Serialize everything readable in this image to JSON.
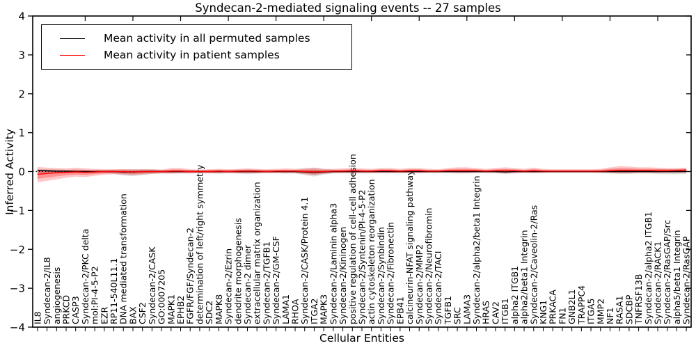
{
  "title": "Syndecan-2-mediated signaling events -- 27 samples",
  "axes": {
    "xlabel": "Cellular Entities",
    "ylabel": "Inferred Activity"
  },
  "legend": {
    "items": [
      {
        "label": "Mean activity in all permuted samples",
        "color": "#000000"
      },
      {
        "label": "Mean activity in patient samples",
        "color": "#ff0000"
      }
    ]
  },
  "chart_data": {
    "type": "line",
    "title": "Syndecan-2-mediated signaling events -- 27 samples",
    "xlabel": "Cellular Entities",
    "ylabel": "Inferred Activity",
    "ylim": [
      -4,
      4
    ],
    "yticks": [
      4,
      3,
      2,
      1,
      0,
      -1,
      -2,
      -3,
      -4
    ],
    "grid": false,
    "legend_position": "upper left",
    "zero_line": {
      "y": 0,
      "style": "dotted",
      "color": "#000000"
    },
    "categories": [
      "IL8",
      "Syndecan-2/IL8",
      "angiogenesis",
      "PRKCD",
      "CASP3",
      "Syndecan-2/PKC delta",
      "mol:PI-4-5-P2",
      "EZR",
      "RP11-540L11.1",
      "DNA mediated transformation",
      "BAX",
      "CSF2",
      "Syndecan-2/CASK",
      "GO:0007205",
      "MAPK1",
      "EPHB2",
      "FGFR/FGF/Syndecan-2",
      "determination of left/right symmetry",
      "SDC2",
      "MAPK8",
      "Syndecan-2/Ezrin",
      "dendrite morphogenesis",
      "Syndecan-2 dimer",
      "extracellular matrix organization",
      "Syndecan-2/TGFB1",
      "Syndecan-2/GM-CSF",
      "LAMA1",
      "RHOA",
      "Syndecan-2/CASK/Protein 4.1",
      "ITGA2",
      "MAPK3",
      "Syndecan-2/Laminin alpha3",
      "Syndecan-2/Kininogen",
      "positive regulation of cell-cell adhesion",
      "Syndecan-2/Syntenin/PI-4-5-P2",
      "actin cytoskeleton reorganization",
      "Syndecan-2/Synbindin",
      "Syndecan-2/Fibronectin",
      "EPB41",
      "calcineurin-NFAT signaling pathway",
      "Syndecan-2/MMP2",
      "Syndecan-2/Neurofibromin",
      "Syndecan-2/TACI",
      "TGFB1",
      "SRC",
      "LAMA3",
      "Syndecan-2/alpha2/beta1 Integrin",
      "HRAS",
      "CAV2",
      "ITGB1",
      "alpha2 ITGB1",
      "alpha2/beta1 Integrin",
      "Syndecan-2/Caveolin-2/Ras",
      "KNG1",
      "PRKACA",
      "FN1",
      "GNB2L1",
      "TRAPPC4",
      "ITGA5",
      "MMP2",
      "NF1",
      "RASA1",
      "SDCBP",
      "TNFRSF13B",
      "Syndecan-2/alpha2 ITGB1",
      "Syndecan-2/RACK1",
      "Syndecan-2/RasGAP/Src",
      "alpha5/beta1 Integrin",
      "Syndecan-2/RasGAP"
    ],
    "series": [
      {
        "name": "Mean activity in all permuted samples",
        "color": "#000000",
        "band_color": "#888888",
        "band_opacity": 0.25,
        "values": [
          0.03,
          0.02,
          0.01,
          0.01,
          0,
          0,
          0,
          0,
          0,
          -0.01,
          -0.01,
          0,
          0,
          0,
          0,
          0,
          0,
          0,
          0,
          0,
          0,
          0,
          0,
          0,
          0,
          0,
          0,
          0,
          -0.01,
          -0.02,
          -0.01,
          0,
          0,
          0,
          0,
          0,
          0,
          0,
          0,
          0,
          0,
          0,
          0,
          0,
          0,
          0,
          0,
          0,
          0,
          -0.01,
          0,
          0,
          0,
          0,
          0,
          0,
          0,
          0,
          0,
          0,
          0,
          0,
          0,
          0,
          0,
          0,
          0,
          0,
          0
        ],
        "band_lower": [
          -0.06,
          -0.05,
          -0.05,
          -0.04,
          -0.04,
          -0.04,
          -0.04,
          -0.04,
          -0.06,
          -0.1,
          -0.12,
          -0.09,
          -0.06,
          -0.05,
          -0.04,
          -0.04,
          -0.04,
          -0.04,
          -0.04,
          -0.05,
          -0.04,
          -0.05,
          -0.06,
          -0.05,
          -0.04,
          -0.04,
          -0.04,
          -0.05,
          -0.09,
          -0.13,
          -0.08,
          -0.05,
          -0.04,
          -0.04,
          -0.04,
          -0.04,
          -0.04,
          -0.04,
          -0.04,
          -0.04,
          -0.04,
          -0.04,
          -0.04,
          -0.04,
          -0.05,
          -0.05,
          -0.04,
          -0.04,
          -0.04,
          -0.06,
          -0.05,
          -0.04,
          -0.04,
          -0.04,
          -0.03,
          -0.03,
          -0.03,
          -0.03,
          -0.03,
          -0.04,
          -0.05,
          -0.06,
          -0.06,
          -0.05,
          -0.05,
          -0.06,
          -0.07,
          -0.07,
          -0.06
        ],
        "band_upper": [
          0.07,
          0.06,
          0.06,
          0.05,
          0.05,
          0.05,
          0.04,
          0.04,
          0.05,
          0.06,
          0.06,
          0.06,
          0.06,
          0.05,
          0.04,
          0.04,
          0.04,
          0.04,
          0.04,
          0.05,
          0.04,
          0.05,
          0.06,
          0.05,
          0.04,
          0.04,
          0.04,
          0.05,
          0.07,
          0.1,
          0.07,
          0.05,
          0.04,
          0.04,
          0.04,
          0.04,
          0.04,
          0.04,
          0.04,
          0.04,
          0.04,
          0.04,
          0.04,
          0.04,
          0.05,
          0.05,
          0.04,
          0.04,
          0.04,
          0.05,
          0.04,
          0.04,
          0.04,
          0.04,
          0.03,
          0.03,
          0.03,
          0.03,
          0.03,
          0.04,
          0.05,
          0.06,
          0.06,
          0.05,
          0.05,
          0.06,
          0.06,
          0.06,
          0.06
        ]
      },
      {
        "name": "Mean activity in patient samples",
        "color": "#ff0000",
        "band_color": "#ff0000",
        "band_opacity": 0.22,
        "values": [
          -0.07,
          -0.05,
          -0.03,
          -0.02,
          -0.01,
          -0.02,
          -0.01,
          0,
          0,
          0,
          -0.01,
          0,
          0,
          0,
          0.01,
          0.01,
          0,
          0,
          0,
          0.01,
          0,
          0.01,
          0.01,
          0.01,
          0,
          0.01,
          0.01,
          0.01,
          0,
          -0.01,
          0,
          0.01,
          0.01,
          0.02,
          0.01,
          0.01,
          0.02,
          0.02,
          0.01,
          0.02,
          0.02,
          0.01,
          0.01,
          0.02,
          0.02,
          0.02,
          0.02,
          0.01,
          0.02,
          0.02,
          0.02,
          0.01,
          0.02,
          0.01,
          0.01,
          0.01,
          0.01,
          0.01,
          0.01,
          0.01,
          0.02,
          0.03,
          0.03,
          0.03,
          0.03,
          0.02,
          0.02,
          0.03,
          0.04
        ],
        "band_lower": [
          -0.28,
          -0.24,
          -0.2,
          -0.16,
          -0.13,
          -0.14,
          -0.11,
          -0.08,
          -0.07,
          -0.08,
          -0.09,
          -0.08,
          -0.06,
          -0.05,
          -0.06,
          -0.05,
          -0.05,
          -0.04,
          -0.05,
          -0.05,
          -0.04,
          -0.05,
          -0.05,
          -0.05,
          -0.04,
          -0.04,
          -0.05,
          -0.04,
          -0.07,
          -0.09,
          -0.06,
          -0.04,
          -0.04,
          -0.05,
          -0.04,
          -0.04,
          -0.04,
          -0.04,
          -0.04,
          -0.04,
          -0.04,
          -0.03,
          -0.03,
          -0.03,
          -0.04,
          -0.04,
          -0.03,
          -0.03,
          -0.04,
          -0.05,
          -0.04,
          -0.03,
          -0.04,
          -0.03,
          -0.03,
          -0.03,
          -0.03,
          -0.03,
          -0.03,
          -0.03,
          -0.04,
          -0.05,
          -0.05,
          -0.04,
          -0.04,
          -0.04,
          -0.03,
          -0.03,
          -0.02
        ],
        "band_upper": [
          0.12,
          0.1,
          0.09,
          0.08,
          0.1,
          0.08,
          0.07,
          0.06,
          0.06,
          0.06,
          0.06,
          0.06,
          0.06,
          0.05,
          0.09,
          0.09,
          0.06,
          0.05,
          0.06,
          0.07,
          0.06,
          0.07,
          0.08,
          0.07,
          0.06,
          0.07,
          0.08,
          0.07,
          0.09,
          0.1,
          0.07,
          0.07,
          0.08,
          0.09,
          0.08,
          0.07,
          0.09,
          0.09,
          0.07,
          0.09,
          0.09,
          0.07,
          0.06,
          0.09,
          0.11,
          0.11,
          0.09,
          0.07,
          0.09,
          0.11,
          0.09,
          0.07,
          0.1,
          0.07,
          0.06,
          0.06,
          0.06,
          0.06,
          0.06,
          0.07,
          0.11,
          0.14,
          0.13,
          0.11,
          0.11,
          0.1,
          0.09,
          0.09,
          0.1
        ]
      }
    ]
  }
}
